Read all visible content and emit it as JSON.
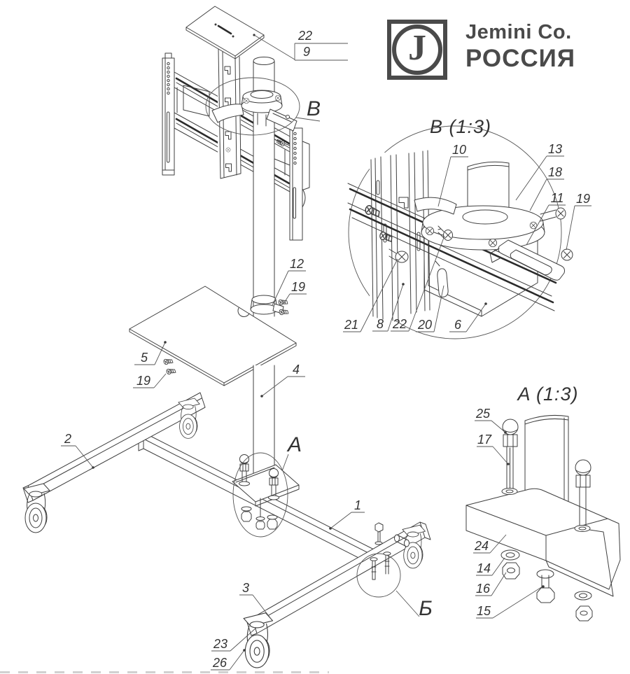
{
  "brand": {
    "initial": "J",
    "name": "Jemini Co.",
    "country": "РОССИЯ",
    "color": "#4a4a4a"
  },
  "views": {
    "detail_b": {
      "title": "B (1:3)",
      "marker": "B"
    },
    "detail_a": {
      "title": "A (1:3)",
      "marker": "A"
    },
    "detail_b2": {
      "marker": "Б"
    }
  },
  "callouts": {
    "main": {
      "k22": "22",
      "k9": "9",
      "k12": "12",
      "k19a": "19",
      "k5": "5",
      "k19b": "19",
      "k4": "4",
      "k2": "2",
      "k1": "1",
      "k3": "3",
      "k23": "23",
      "k26": "26"
    },
    "detail_b": {
      "k10": "10",
      "k13": "13",
      "k18": "18",
      "k11": "11",
      "k19": "19",
      "k21": "21",
      "k8": "8",
      "k22": "22",
      "k20": "20",
      "k6": "6"
    },
    "detail_a": {
      "k25": "25",
      "k17": "17",
      "k24": "24",
      "k14": "14",
      "k16": "16",
      "k15": "15"
    }
  }
}
